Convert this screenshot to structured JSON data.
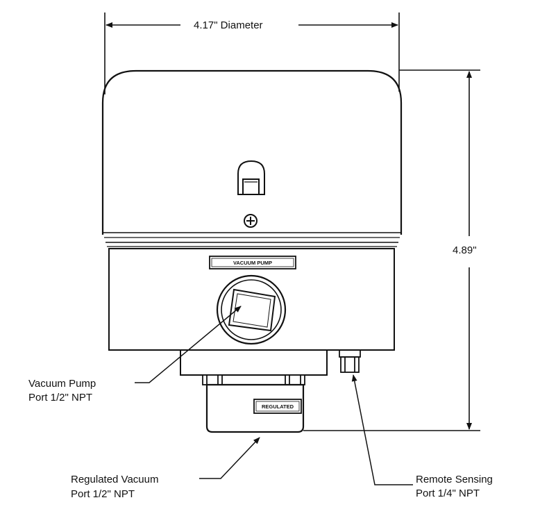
{
  "dimensions": {
    "diameter": "4.17\" Diameter",
    "height": "4.89\""
  },
  "plates": {
    "vacuum_pump": "VACUUM PUMP",
    "regulated": "REGULATED"
  },
  "callouts": {
    "vacuum_pump_port": [
      "Vacuum Pump",
      "Port  1/2\" NPT"
    ],
    "regulated_port": [
      "Regulated Vacuum",
      "Port  1/2\" NPT"
    ],
    "remote_sensing_port": [
      "Remote Sensing",
      "Port 1/4\" NPT"
    ]
  },
  "colors": {
    "ink": "#111111",
    "paper": "#ffffff"
  }
}
